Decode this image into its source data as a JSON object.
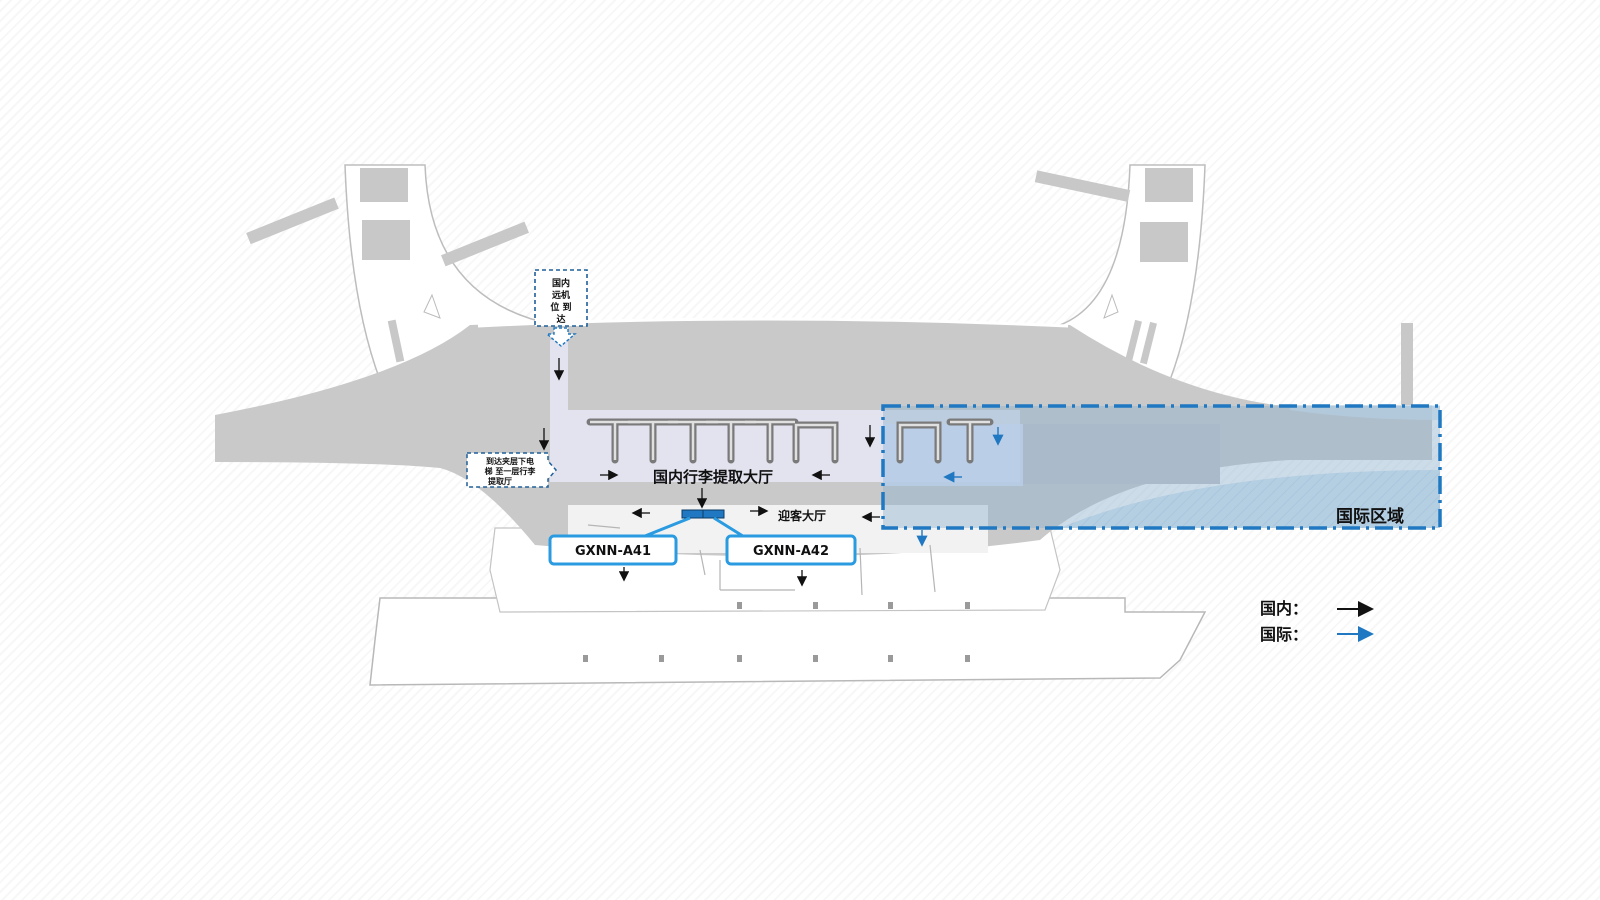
{
  "map": {
    "domestic_remote_arrival": "国内远机位到达",
    "domestic_remote_arrival_lines": [
      "国内",
      "远机",
      "位 到",
      "达"
    ],
    "elevator_note_lines": [
      "到达夹层下电",
      "梯 至一层行李",
      "提取厅"
    ],
    "baggage_hall": "国内行李提取大厅",
    "greeting_hall": "迎客大厅",
    "international_zone": "国际区域",
    "callouts": [
      {
        "id": "GXNN-A41"
      },
      {
        "id": "GXNN-A42"
      }
    ]
  },
  "legend": {
    "domestic_label": "国内：",
    "international_label": "国际：",
    "domestic_color": "#111111",
    "international_color": "#1f78c1"
  },
  "colors": {
    "building": "#c9c9c9",
    "baggage_area": "#e2e2ee",
    "international_fill": "#9fb9d3",
    "international_border": "#1f78c1",
    "callout_border": "#2a9be0"
  }
}
